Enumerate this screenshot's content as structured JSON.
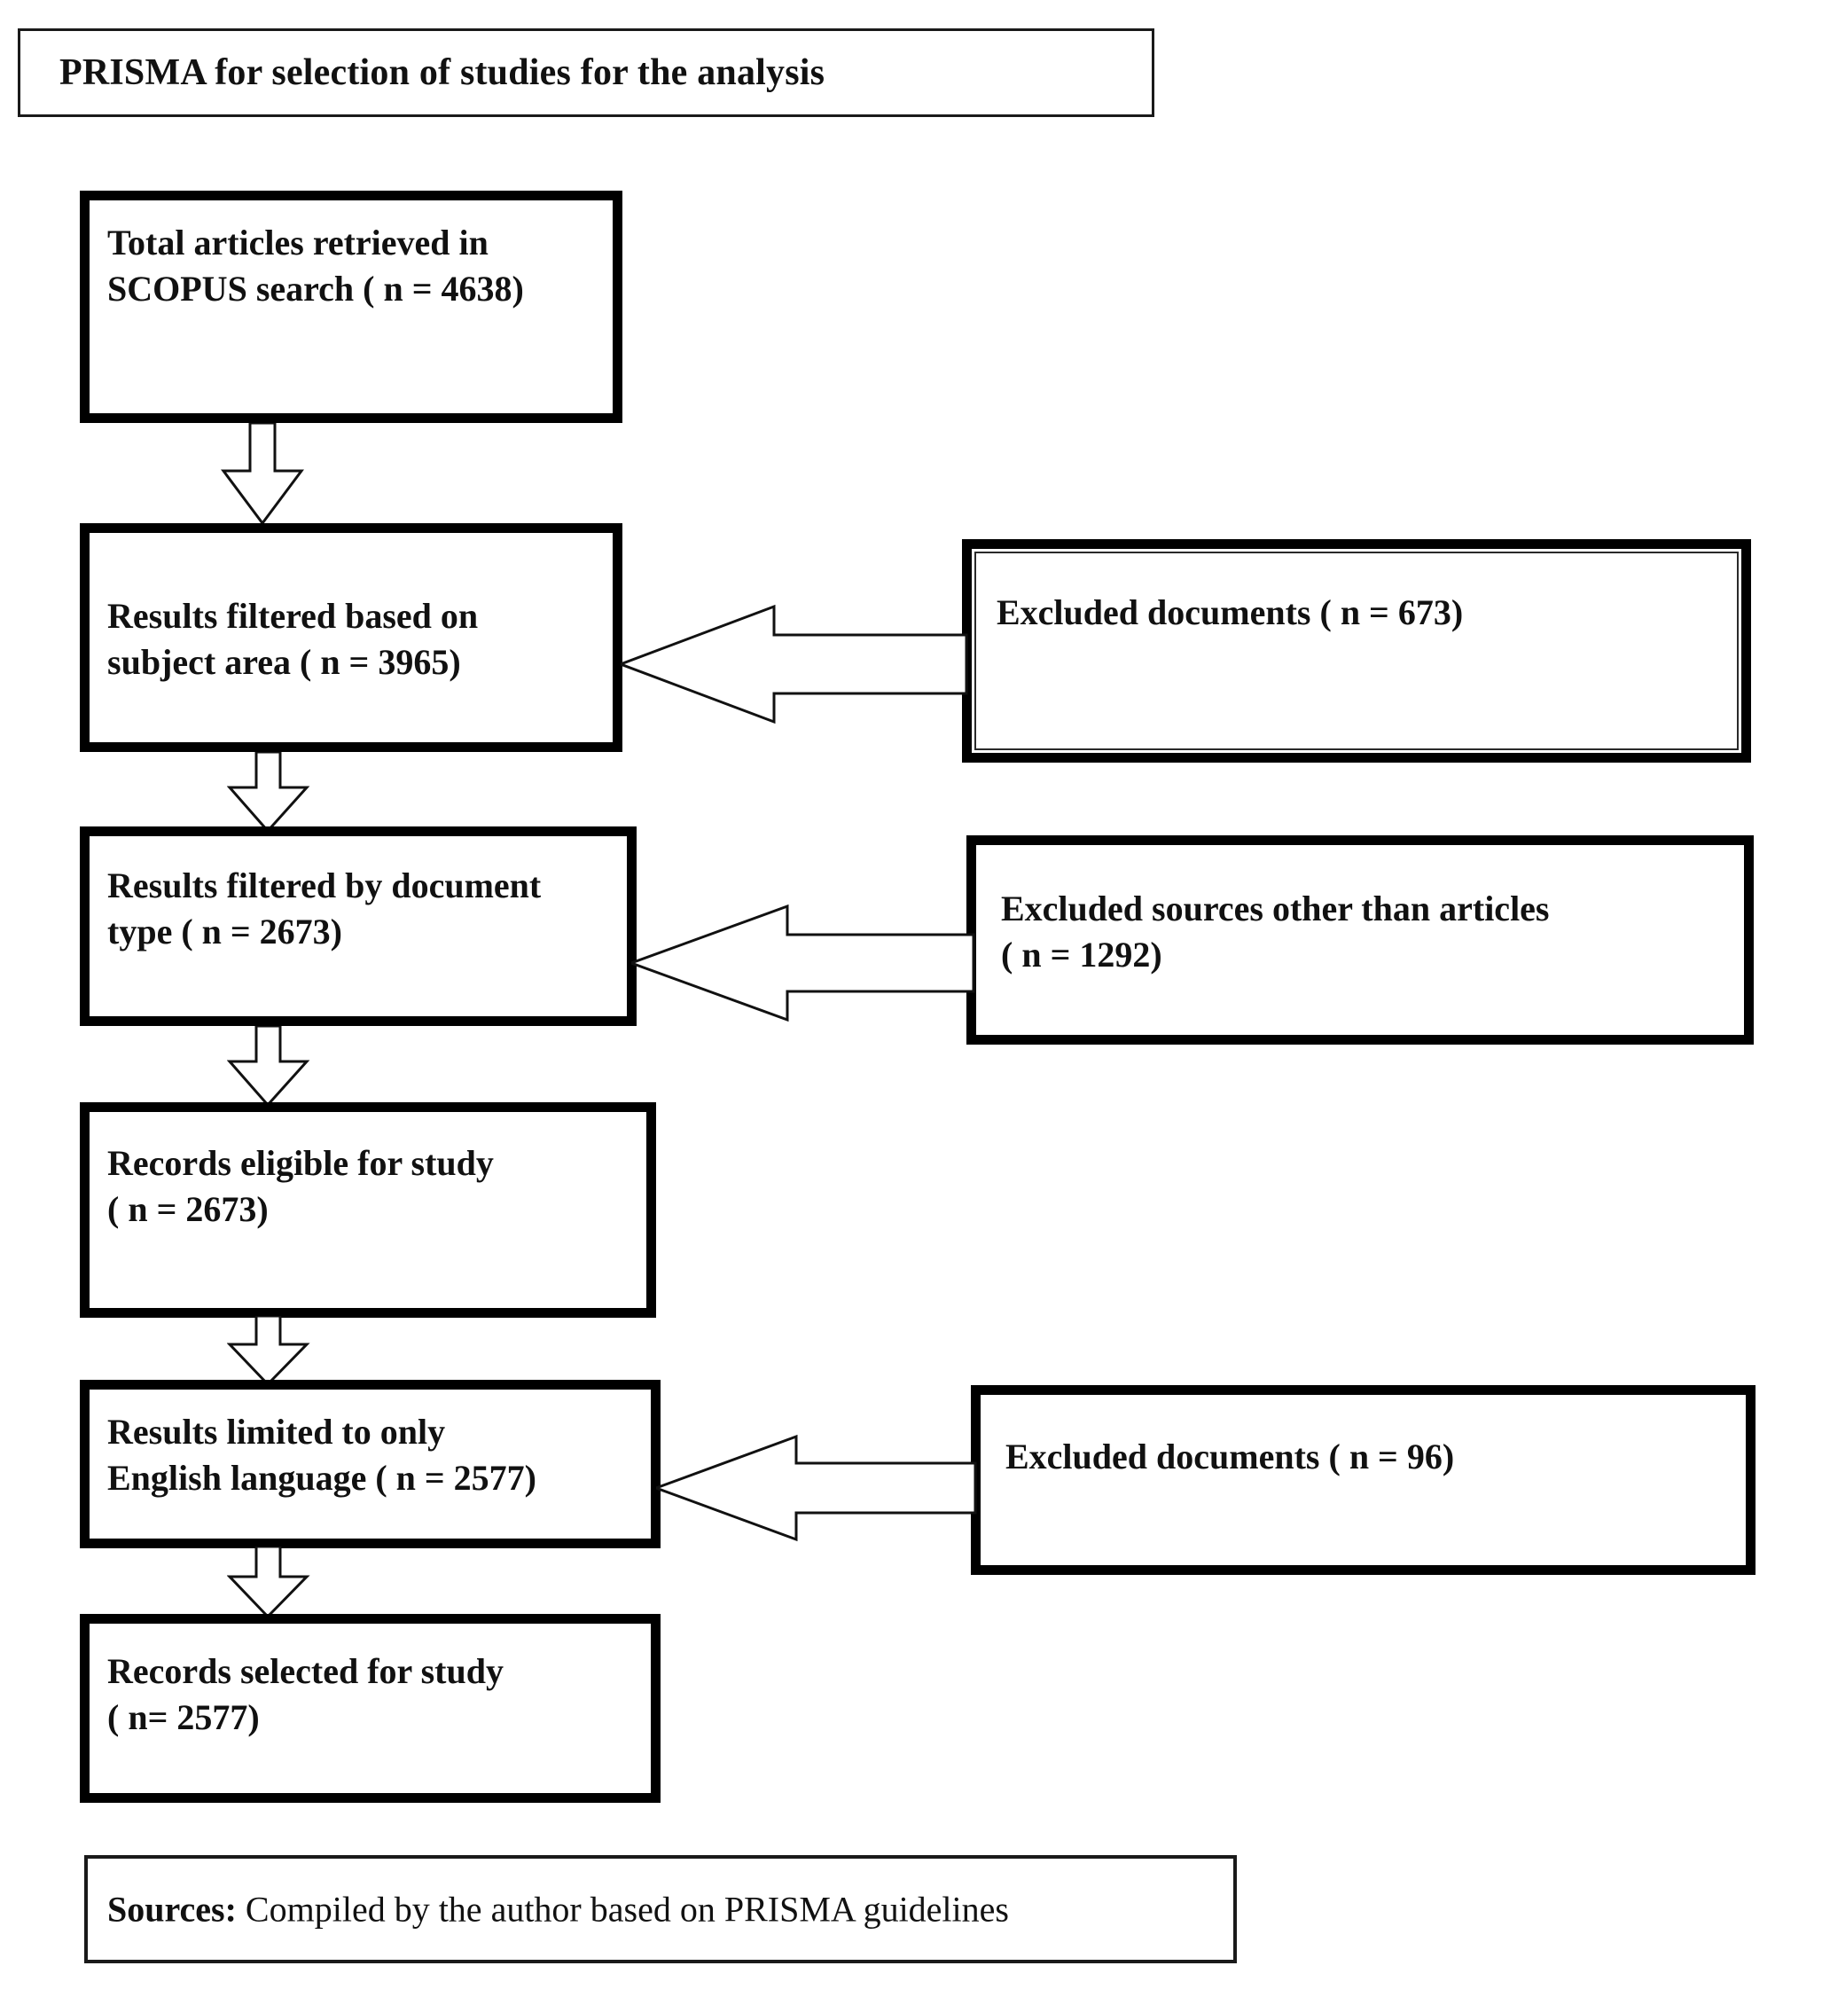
{
  "figure": {
    "title": "PRISMA for selection of studies for the analysis",
    "source_note_label": "Sources:",
    "source_note_text": " Compiled by the author based on PRISMA guidelines"
  },
  "colors": {
    "box_border": "#000000",
    "thin_border": "#1a1a1a",
    "text": "#111111",
    "background": "#ffffff",
    "arrow_fill": "#ffffff",
    "arrow_stroke": "#111111"
  },
  "flow": {
    "stage_1": {
      "line_1": "Total articles retrieved in",
      "line_2": "SCOPUS search ( n = 4638)",
      "n": 4638
    },
    "stage_2": {
      "line_1": "Results filtered based on",
      "line_2": "subject area ( n = 3965)",
      "n": 3965
    },
    "stage_3": {
      "line_1": "Results filtered by document",
      "line_2": "type ( n = 2673)",
      "n": 2673
    },
    "stage_4": {
      "line_1": "Records eligible for study",
      "line_2": "( n = 2673)",
      "n": 2673
    },
    "stage_5": {
      "line_1": "Results limited to only",
      "line_2": "English language ( n = 2577)",
      "n": 2577
    },
    "stage_6": {
      "line_1": "Records selected for study",
      "line_2": "( n= 2577)",
      "n": 2577
    }
  },
  "exclusions": {
    "exclusion_1": {
      "line_1": "Excluded documents ( n = 673)",
      "line_2": "",
      "n": 673
    },
    "exclusion_2": {
      "line_1": "Excluded sources other than articles",
      "line_2": "( n = 1292)",
      "n": 1292
    },
    "exclusion_3": {
      "line_1": "Excluded documents ( n = 96)",
      "line_2": "",
      "n": 96
    }
  },
  "chart_data": {
    "type": "diagram",
    "title": "PRISMA for selection of studies for the analysis",
    "nodes": [
      {
        "id": "stage_1",
        "label": "Total articles retrieved in SCOPUS search ( n = 4638)",
        "n": 4638,
        "column": "main"
      },
      {
        "id": "stage_2",
        "label": "Results filtered based on subject area ( n = 3965)",
        "n": 3965,
        "column": "main"
      },
      {
        "id": "exclusion_1",
        "label": "Excluded documents ( n = 673)",
        "n": 673,
        "column": "right"
      },
      {
        "id": "stage_3",
        "label": "Results filtered by document type ( n = 2673)",
        "n": 2673,
        "column": "main"
      },
      {
        "id": "exclusion_2",
        "label": "Excluded sources other than articles ( n = 1292)",
        "n": 1292,
        "column": "right"
      },
      {
        "id": "stage_4",
        "label": "Records eligible for study ( n = 2673)",
        "n": 2673,
        "column": "main"
      },
      {
        "id": "stage_5",
        "label": "Results limited to only English language ( n = 2577)",
        "n": 2577,
        "column": "main"
      },
      {
        "id": "exclusion_3",
        "label": "Excluded documents ( n = 96)",
        "n": 96,
        "column": "right"
      },
      {
        "id": "stage_6",
        "label": "Records selected for study ( n= 2577)",
        "n": 2577,
        "column": "main"
      }
    ],
    "edges": [
      {
        "from": "stage_1",
        "to": "stage_2",
        "direction": "down"
      },
      {
        "from": "exclusion_1",
        "to": "stage_2",
        "direction": "left"
      },
      {
        "from": "stage_2",
        "to": "stage_3",
        "direction": "down"
      },
      {
        "from": "exclusion_2",
        "to": "stage_3",
        "direction": "left"
      },
      {
        "from": "stage_3",
        "to": "stage_4",
        "direction": "down"
      },
      {
        "from": "stage_4",
        "to": "stage_5",
        "direction": "down"
      },
      {
        "from": "exclusion_3",
        "to": "stage_5",
        "direction": "left"
      },
      {
        "from": "stage_5",
        "to": "stage_6",
        "direction": "down"
      }
    ],
    "footnote": "Sources: Compiled by the author based on PRISMA guidelines"
  }
}
